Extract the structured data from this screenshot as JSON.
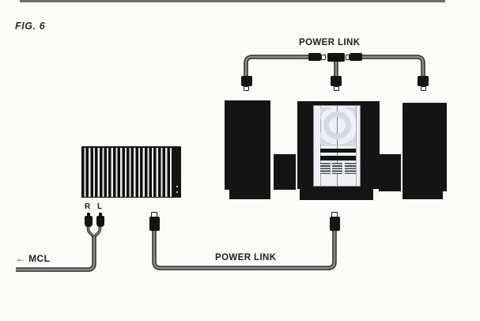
{
  "figure_label": "FIG. 6",
  "labels": {
    "power_link_top": "POWER LINK",
    "power_link_bottom": "POWER LINK",
    "mcl": "← MCL",
    "channel_right": "R",
    "channel_left": "L"
  },
  "colors": {
    "bg": "#fbfbfa",
    "ink": "#141414",
    "cable_core": "#8f8f8f",
    "cable_edge": "#2f2f2f",
    "panel": "#eef0f3",
    "cd_gray": "#d7d9de",
    "text": "#1e1e1e"
  },
  "elements": {
    "left_device": "striped-link-converter-box",
    "center_device": "music-system-center-unit",
    "speakers": [
      "left-speaker",
      "right-speaker"
    ],
    "connectors": [
      "power-link-t-connector",
      "power-link-plugs",
      "rca-plugs-r-l"
    ]
  }
}
